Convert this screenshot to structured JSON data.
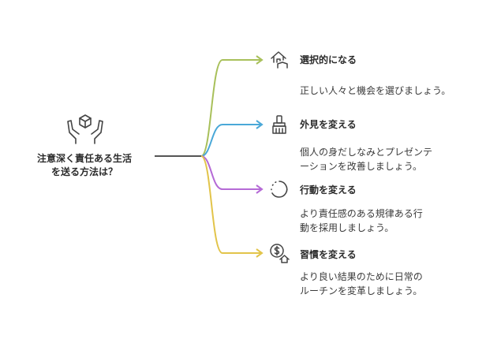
{
  "center": {
    "title_lines": [
      "注意深く責任ある生活",
      "を送る方法は？"
    ],
    "icon": "hands-holding-box-icon"
  },
  "branches": [
    {
      "title": "選択的になる",
      "desc_lines": [
        "正しい人々と機会を選びましょう。"
      ],
      "icon": "house-hand-icon",
      "color": "#a8c05a"
    },
    {
      "title": "外見を変える",
      "desc_lines": [
        "個人の身だしなみとプレゼンテ",
        "ーションを改善しましょう。"
      ],
      "icon": "paint-brush-icon",
      "color": "#4aa8d8"
    },
    {
      "title": "行動を変える",
      "desc_lines": [
        "より責任感のある規律ある行",
        "動を採用しましょう。"
      ],
      "icon": "dashed-circle-icon",
      "color": "#b56ad6"
    },
    {
      "title": "習慣を変える",
      "desc_lines": [
        "より良い結果のために日常の",
        "ルーチンを変革しましょう。"
      ],
      "icon": "dollar-house-icon",
      "color": "#e2c44a"
    }
  ],
  "colors": {
    "trunk": "#555555",
    "icon_stroke": "#444444"
  }
}
